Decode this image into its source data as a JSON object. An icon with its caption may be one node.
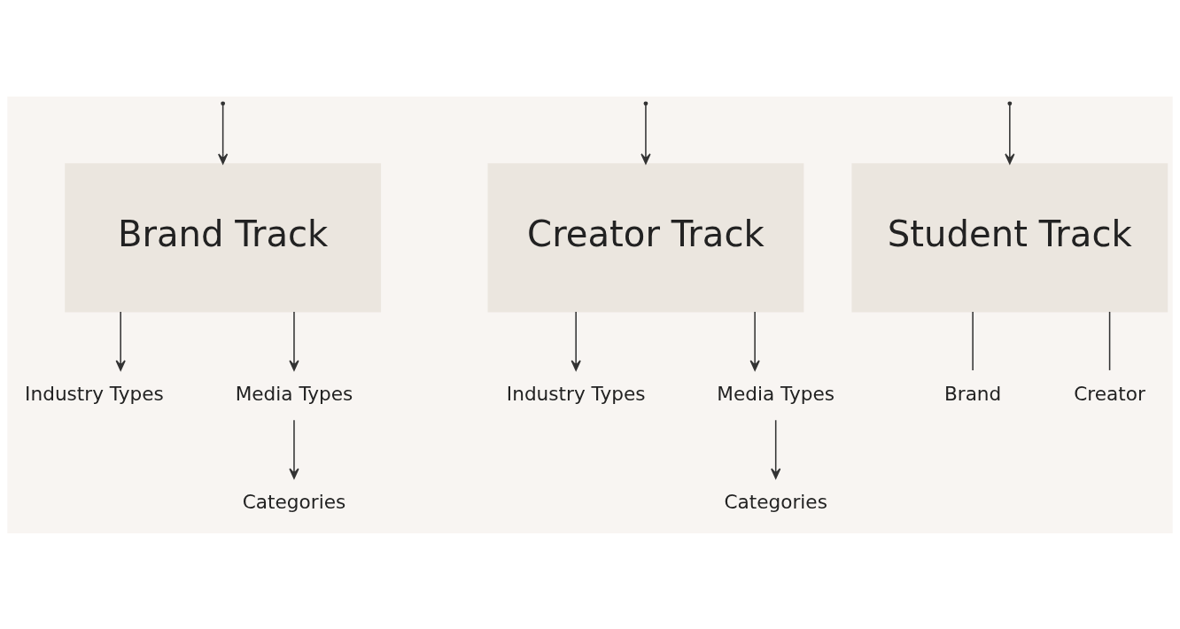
{
  "diagram": {
    "nodes": [
      {
        "text": [
          "Brand Track"
        ]
      },
      {
        "text": [
          "Creator Track"
        ]
      },
      {
        "text": [
          "Student Track"
        ]
      },
      {
        "text": [
          "Industry Types"
        ]
      },
      {
        "text": [
          "Media Types"
        ]
      },
      {
        "text": [
          "Categories"
        ]
      },
      {
        "text": [
          "Industry Types"
        ]
      },
      {
        "text": [
          "Media Types"
        ]
      },
      {
        "text": [
          "Categories"
        ]
      },
      {
        "text": [
          "Brand"
        ]
      },
      {
        "text": [
          "Creator"
        ]
      }
    ],
    "edges": [
      {
        "from": null,
        "to": 0,
        "arrow": "to"
      },
      {
        "from": null,
        "to": 1,
        "arrow": "to"
      },
      {
        "from": null,
        "to": 2,
        "arrow": "to"
      },
      {
        "from": 0,
        "to": 3,
        "arrow": "to"
      },
      {
        "from": 0,
        "to": 4,
        "arrow": "to"
      },
      {
        "from": 4,
        "to": 5,
        "arrow": "to"
      },
      {
        "from": 1,
        "to": 6,
        "arrow": "to"
      },
      {
        "from": 1,
        "to": 7,
        "arrow": "to"
      },
      {
        "from": 7,
        "to": 8,
        "arrow": "to"
      },
      {
        "from": 2,
        "to": 9,
        "arrow": "none"
      },
      {
        "from": 2,
        "to": 10,
        "arrow": "none"
      }
    ]
  }
}
